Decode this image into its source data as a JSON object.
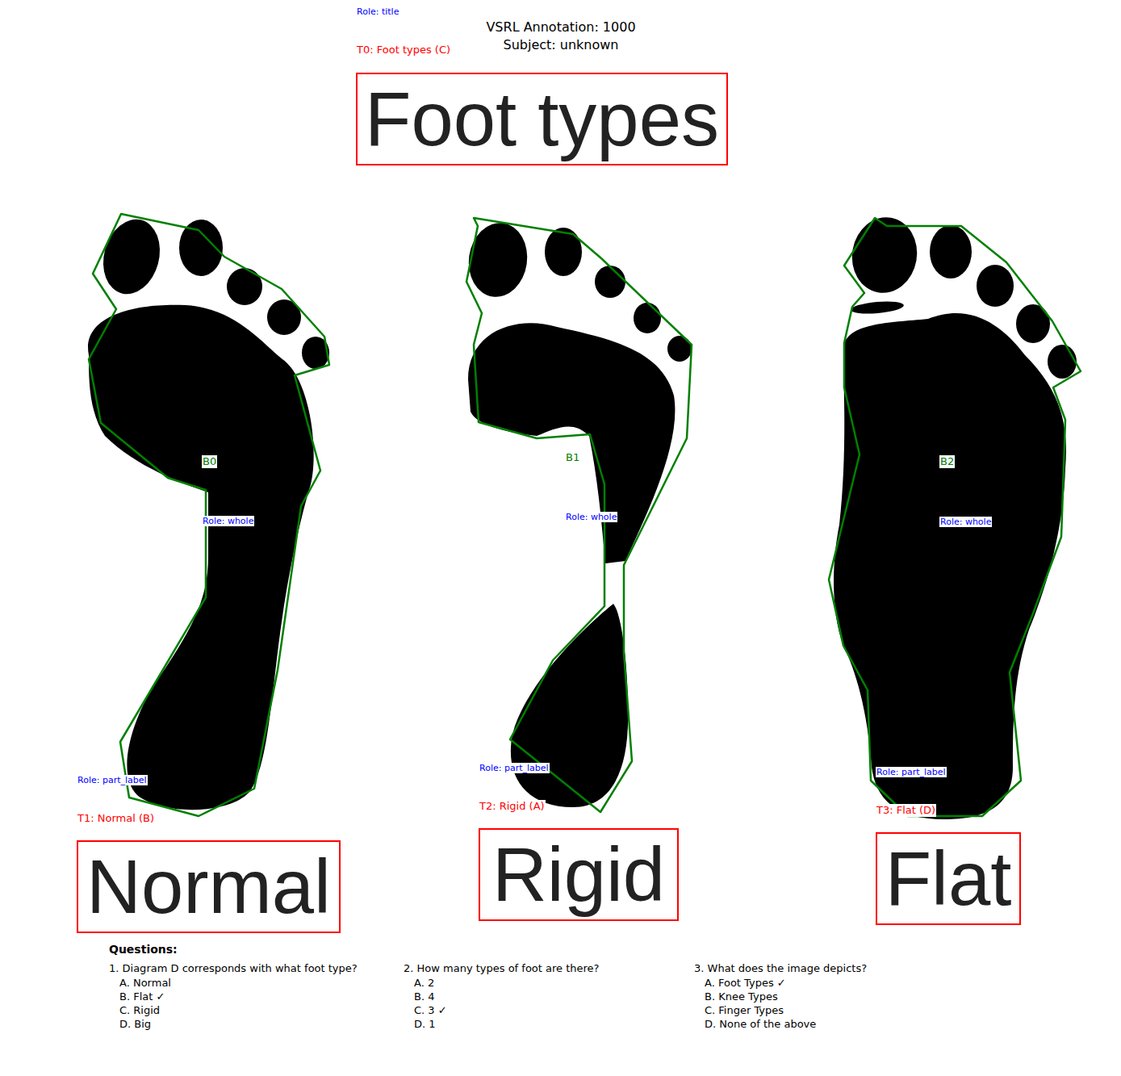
{
  "diagram": {
    "title": "VSRL Annotation: 1000",
    "nodes": [
      {
        "text": [
          "Role: title",
          "T0: Foot types (C)",
          "Foot types"
        ]
      },
      {
        "text": [
          "B0",
          "Role: whole"
        ]
      },
      {
        "text": [
          "B1",
          "Role: whole"
        ]
      },
      {
        "text": [
          "B2",
          "Role: whole"
        ]
      },
      {
        "text": [
          "Role: part_label",
          "T1: Normal (B)",
          "Normal"
        ]
      },
      {
        "text": [
          "Role: part_label",
          "T2: Rigid (A)",
          "Rigid"
        ]
      },
      {
        "text": [
          "Role: part_label",
          "T3: Flat (D)",
          "Flat"
        ]
      }
    ],
    "labels": [
      "Subject: unknown",
      "Questions:",
      "1. Diagram D corresponds with what foot type?",
      "A. Normal",
      "B. Flat ✓",
      "C. Rigid",
      "D. Big",
      "2. How many types of foot are there?",
      "A. 2",
      "B. 4",
      "C. 3 ✓",
      "D. 1",
      "3. What does the image depicts?",
      "A. Foot Types ✓",
      "B. Knee Types",
      "C. Finger Types",
      "D. None of the above"
    ]
  }
}
